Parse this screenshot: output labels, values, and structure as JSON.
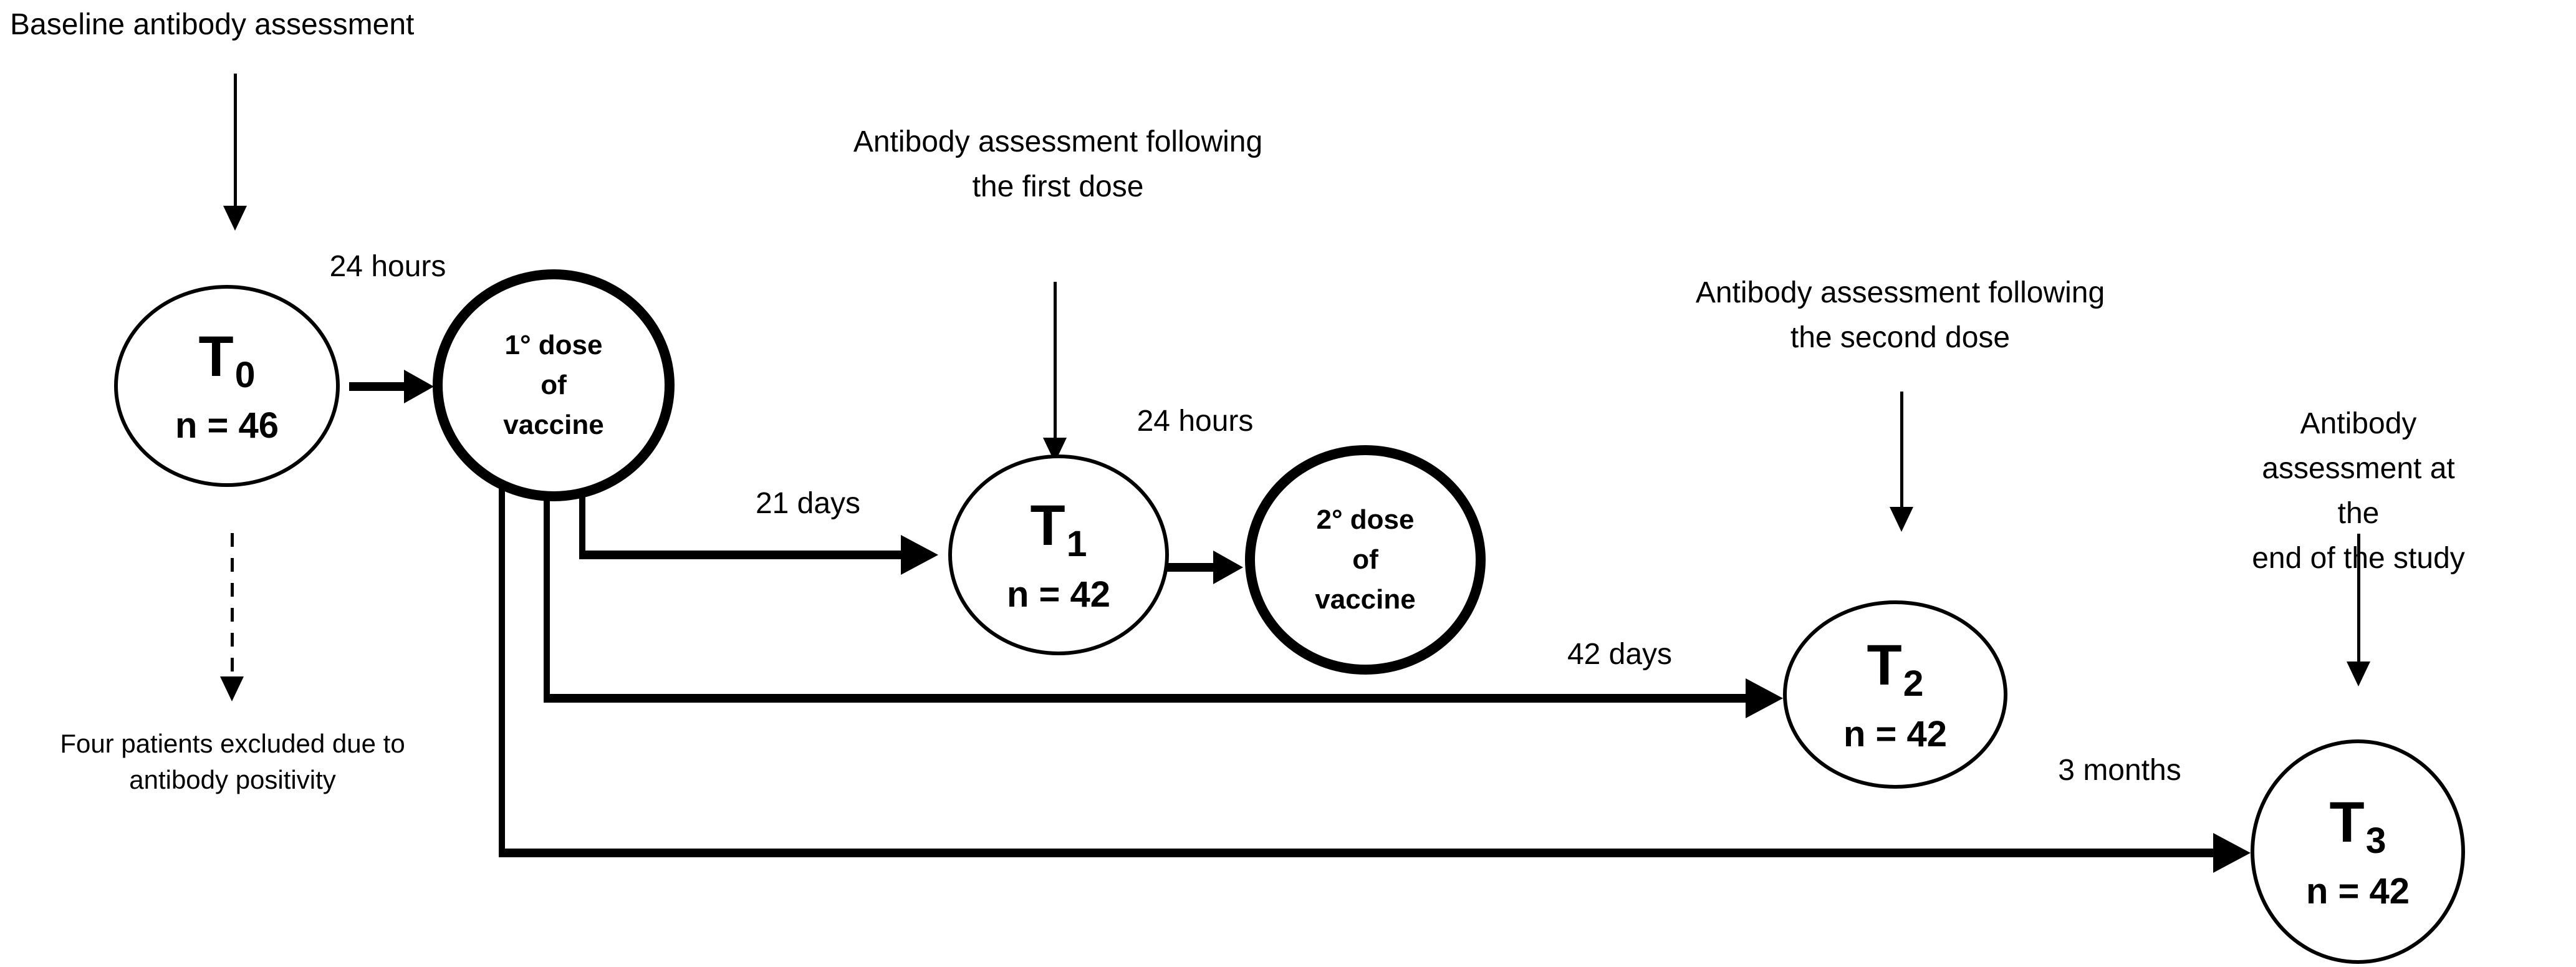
{
  "labels": {
    "baseline": "Baseline antibody assessment",
    "assess_first": "Antibody assessment following\nthe first dose",
    "assess_second": "Antibody assessment following\nthe second dose",
    "assess_end": "Antibody assessment at the\nend of the study",
    "excluded": "Four patients excluded due to\nantibody positivity",
    "interval_baseline_dose1": "24 hours",
    "interval_dose1_t1": "21 days",
    "interval_t1_dose2": "24 hours",
    "interval_dose1_t2": "42 days",
    "interval_dose1_t3": "3 months"
  },
  "nodes": {
    "t0": {
      "t": "T",
      "sub": "0",
      "n": "n = 46"
    },
    "dose1": {
      "text": "1° dose\nof\nvaccine"
    },
    "t1": {
      "t": "T",
      "sub": "1",
      "n": "n = 42"
    },
    "dose2": {
      "text": "2° dose\nof\nvaccine"
    },
    "t2": {
      "t": "T",
      "sub": "2",
      "n": "n = 42"
    },
    "t3": {
      "t": "T",
      "sub": "3",
      "n": "n = 42"
    }
  },
  "colors": {
    "ink": "#000000",
    "background": "#ffffff"
  }
}
